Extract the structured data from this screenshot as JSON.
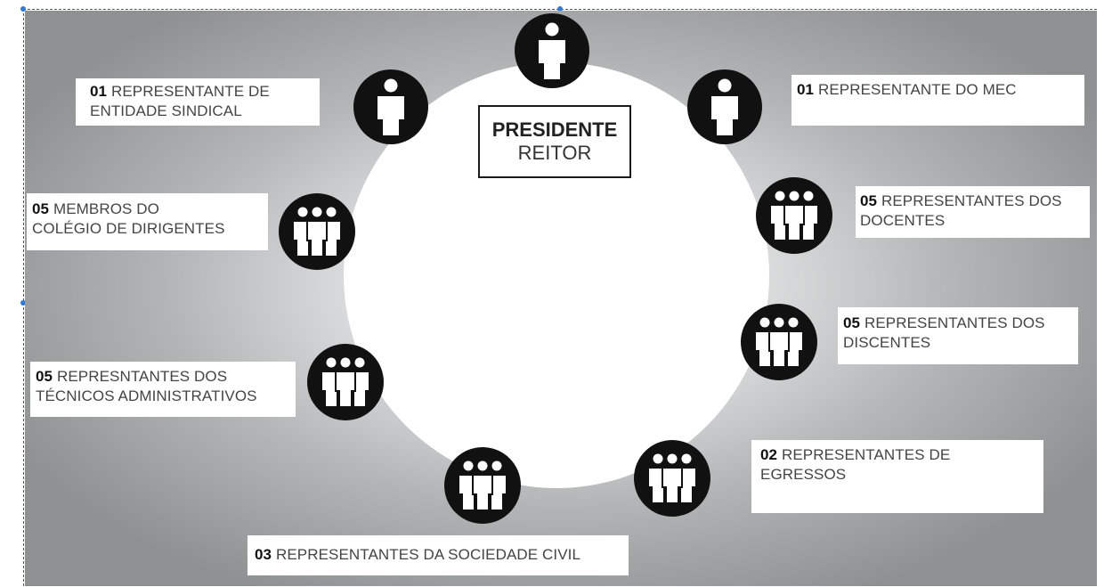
{
  "diagram": {
    "center": {
      "line1": "PRESIDENTE",
      "line2": "REITOR"
    },
    "groups": [
      {
        "id": "sindical",
        "number": "01",
        "line1": "REPRESENTANTE DE",
        "line2": "ENTIDADE SINDICAL",
        "icon": "single-person-icon"
      },
      {
        "id": "mec",
        "number": "01",
        "line1": "REPRESENTANTE DO MEC",
        "line2": "",
        "icon": "single-person-icon"
      },
      {
        "id": "dirigentes",
        "number": "05",
        "line1": "MEMBROS DO",
        "line2": "COLÉGIO DE DIRIGENTES",
        "icon": "group-people-icon"
      },
      {
        "id": "docentes",
        "number": "05",
        "line1": "REPRESENTANTES DOS",
        "line2": "DOCENTES",
        "icon": "group-people-icon"
      },
      {
        "id": "discentes",
        "number": "05",
        "line1": "REPRESENTANTES DOS",
        "line2": "DISCENTES",
        "icon": "group-people-icon"
      },
      {
        "id": "tecnicos",
        "number": "05",
        "line1": "REPRESNTANTES DOS",
        "line2": "TÉCNICOS ADMINISTRATIVOS",
        "icon": "group-people-icon"
      },
      {
        "id": "egressos",
        "number": "02",
        "line1": "REPRESENTANTES DE",
        "line2": "EGRESSOS",
        "icon": "group-people-icon"
      },
      {
        "id": "sociedade",
        "number": "03",
        "line1": "REPRESENTANTES DA SOCIEDADE CIVIL",
        "line2": "",
        "icon": "group-people-icon"
      }
    ],
    "top_node_icon": "single-person-icon"
  }
}
